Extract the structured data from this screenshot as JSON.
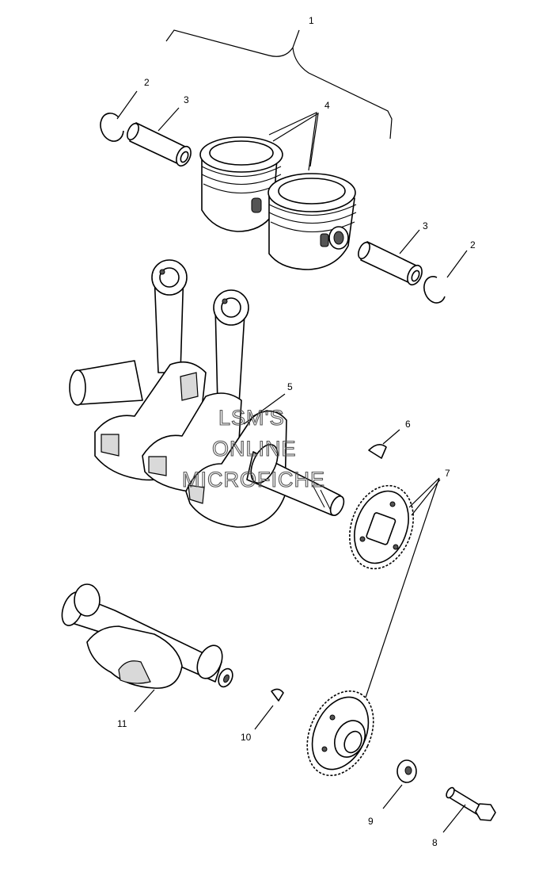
{
  "callouts": [
    {
      "id": "1",
      "label": "1"
    },
    {
      "id": "2a",
      "label": "2"
    },
    {
      "id": "3a",
      "label": "3"
    },
    {
      "id": "4",
      "label": "4"
    },
    {
      "id": "3b",
      "label": "3"
    },
    {
      "id": "2b",
      "label": "2"
    },
    {
      "id": "5",
      "label": "5"
    },
    {
      "id": "6",
      "label": "6"
    },
    {
      "id": "7",
      "label": "7"
    },
    {
      "id": "11",
      "label": "11"
    },
    {
      "id": "10",
      "label": "10"
    },
    {
      "id": "9",
      "label": "9"
    },
    {
      "id": "8",
      "label": "8"
    }
  ],
  "watermark": {
    "line1": "LSM'S",
    "line2": "ONLINE",
    "line3": "MICROFICHE"
  }
}
